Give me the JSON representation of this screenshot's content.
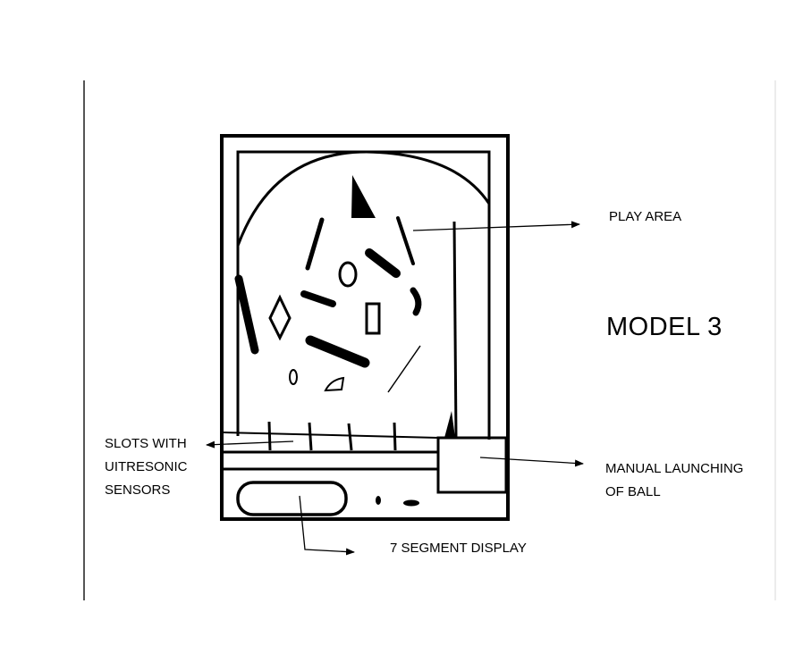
{
  "diagram": {
    "model_title": "MODEL 3",
    "labels": {
      "play_area": "PLAY AREA",
      "slots": [
        "SLOTS WITH",
        "UITRESONIC",
        "SENSORS"
      ],
      "launching": [
        "MANUAL LAUNCHING",
        "OF BALL"
      ],
      "display": "7 SEGMENT DISPLAY"
    }
  },
  "colors": {
    "ink": "#000000",
    "page_border": "#9a9a9a",
    "background": "#ffffff"
  }
}
